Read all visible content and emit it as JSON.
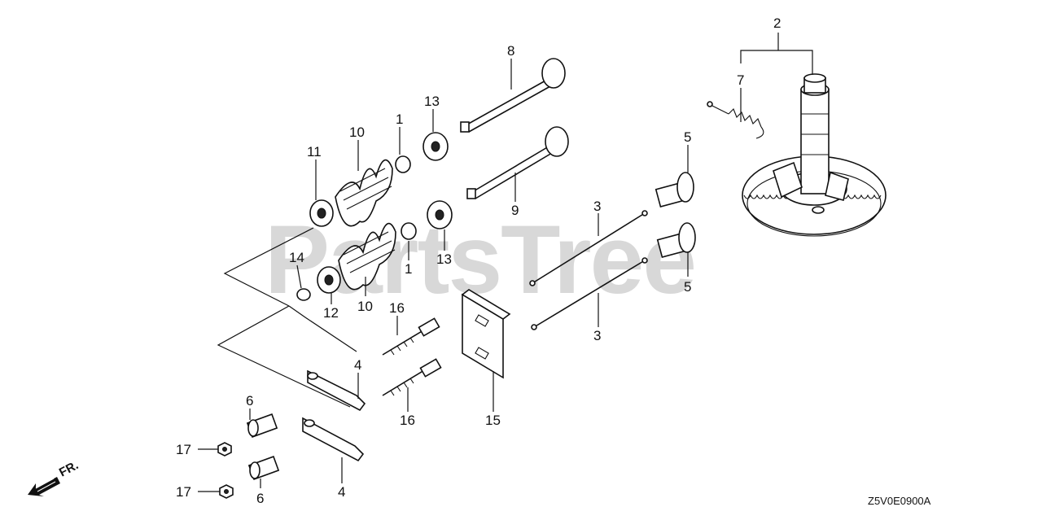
{
  "watermark": "PartsTree",
  "diagram_code": "Z5V0E0900A",
  "direction_label": "FR.",
  "callouts": {
    "c1a": "1",
    "c1b": "1",
    "c2": "2",
    "c3a": "3",
    "c3b": "3",
    "c4a": "4",
    "c4b": "4",
    "c5a": "5",
    "c5b": "5",
    "c6a": "6",
    "c6b": "6",
    "c7": "7",
    "c8": "8",
    "c9": "9",
    "c10a": "10",
    "c10b": "10",
    "c11": "11",
    "c12": "12",
    "c13a": "13",
    "c13b": "13",
    "c14": "14",
    "c15": "15",
    "c16a": "16",
    "c16b": "16",
    "c17a": "17",
    "c17b": "17"
  }
}
